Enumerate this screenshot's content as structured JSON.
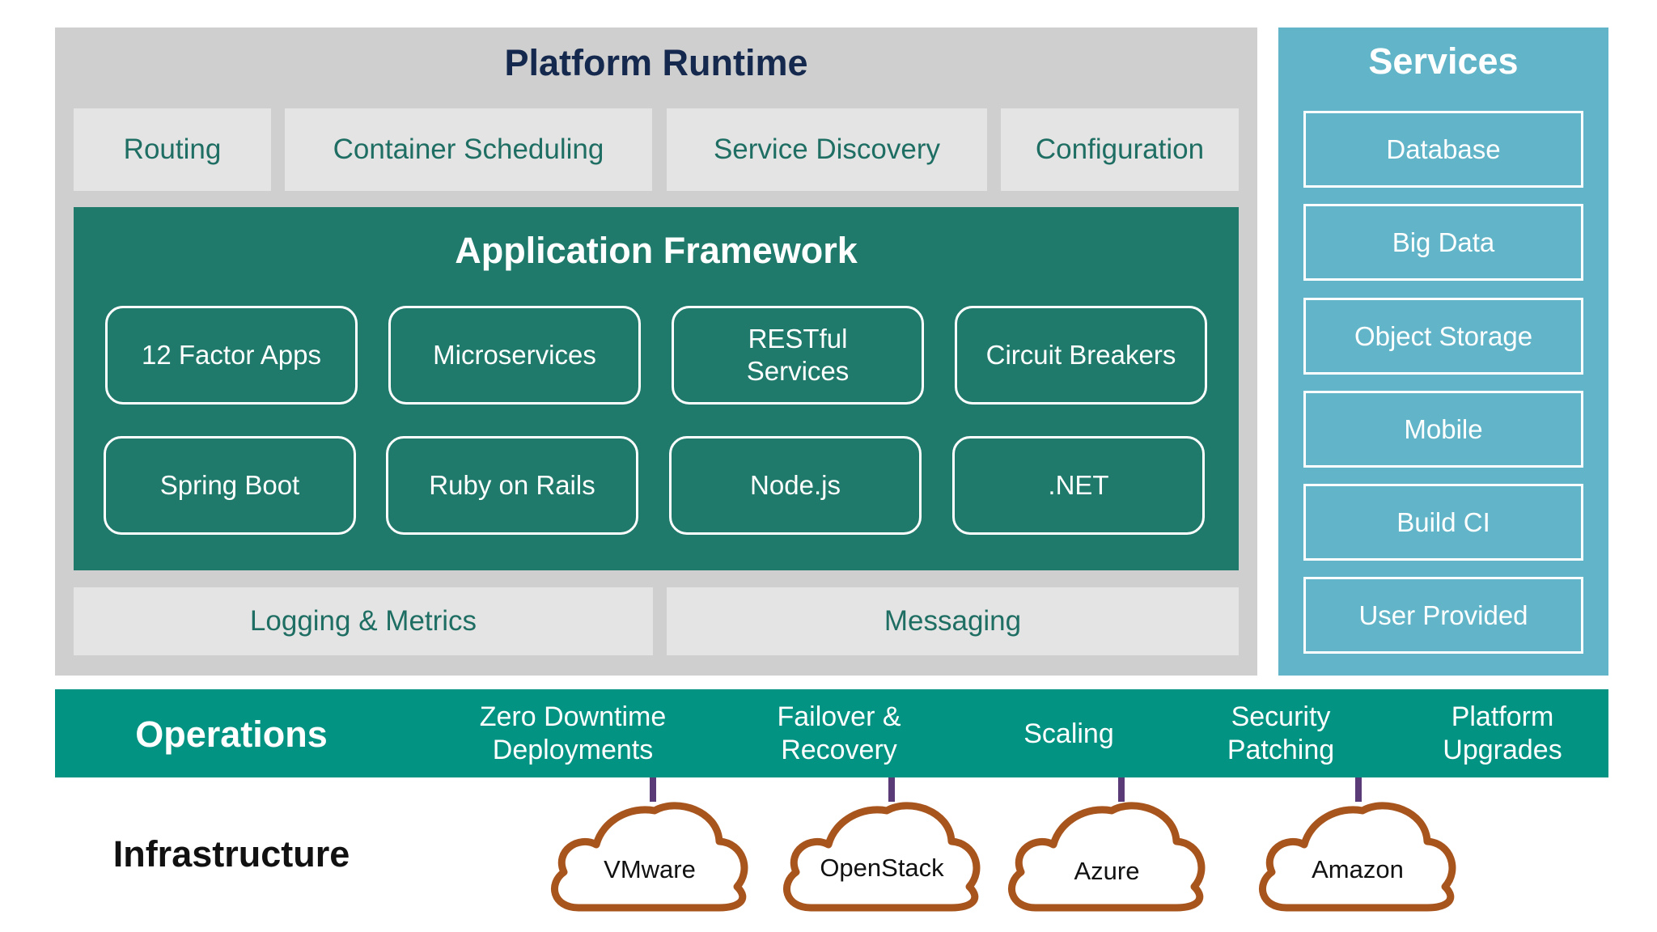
{
  "platform_runtime": {
    "title": "Platform Runtime",
    "items": [
      "Routing",
      "Container Scheduling",
      "Service Discovery",
      "Configuration"
    ],
    "bottom_items": [
      "Logging & Metrics",
      "Messaging"
    ]
  },
  "application_framework": {
    "title": "Application Framework",
    "boxes": [
      [
        "12 Factor Apps",
        "Microservices",
        "RESTful",
        "Services",
        "Circuit Breakers"
      ],
      [
        "Spring Boot",
        "Ruby on Rails",
        "Node.js",
        ".NET"
      ]
    ]
  },
  "services": {
    "title": "Services",
    "items": [
      "Database",
      "Big Data",
      "Object Storage",
      "Mobile",
      "Build CI",
      "User Provided"
    ]
  },
  "operations": {
    "title": "Operations",
    "items": [
      [
        "Zero Downtime",
        "Deployments"
      ],
      [
        "Failover &",
        "Recovery"
      ],
      [
        "Scaling"
      ],
      [
        "Security",
        "Patching"
      ],
      [
        "Platform",
        "Upgrades"
      ]
    ]
  },
  "infrastructure": {
    "title": "Infrastructure",
    "clouds": [
      "VMware",
      "OpenStack",
      "Azure",
      "Amazon"
    ]
  },
  "colors": {
    "runtime_bg": "#cfcfcf",
    "runtime_item_bg": "#e4e4e4",
    "framework_bg": "#1f7a6b",
    "services_bg": "#62b5c8",
    "operations_bg": "#039382",
    "cloud_stroke": "#a8541d",
    "connector": "#5b3a78"
  },
  "icons": [
    "cloud-icon"
  ]
}
